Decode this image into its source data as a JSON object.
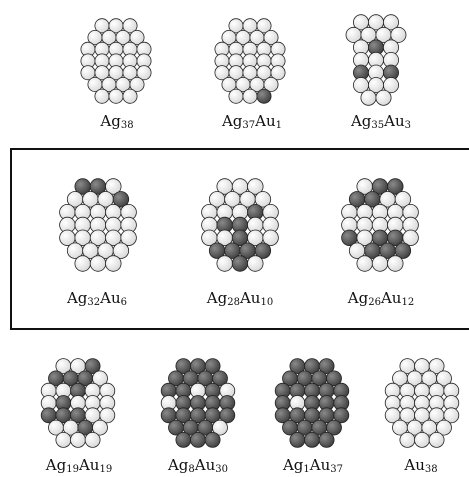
{
  "clusters": [
    {
      "id": "ag38",
      "el": "Ag",
      "n1": "38",
      "el2": "",
      "n2": "",
      "gold": 0
    },
    {
      "id": "ag37au1",
      "el": "Ag",
      "n1": "37",
      "el2": "Au",
      "n2": "1",
      "gold": 0.03
    },
    {
      "id": "ag35au3",
      "el": "Ag",
      "n1": "35",
      "el2": "Au",
      "n2": "3",
      "gold": 0.08
    },
    {
      "id": "ag32au6",
      "el": "Ag",
      "n1": "32",
      "el2": "Au",
      "n2": "6",
      "gold": 0.16
    },
    {
      "id": "ag28au10",
      "el": "Ag",
      "n1": "28",
      "el2": "Au",
      "n2": "10",
      "gold": 0.26
    },
    {
      "id": "ag26au12",
      "el": "Ag",
      "n1": "26",
      "el2": "Au",
      "n2": "12",
      "gold": 0.32
    },
    {
      "id": "ag19au19",
      "el": "Ag",
      "n1": "19",
      "el2": "Au",
      "n2": "19",
      "gold": 0.5
    },
    {
      "id": "ag8au30",
      "el": "Ag",
      "n1": "8",
      "el2": "Au",
      "n2": "30",
      "gold": 0.79
    },
    {
      "id": "ag1au37",
      "el": "Ag",
      "n1": "1",
      "el2": "Au",
      "n2": "37",
      "gold": 0.97
    },
    {
      "id": "au38",
      "el": "Au",
      "n1": "38",
      "el2": "",
      "n2": "",
      "gold": 0
    }
  ],
  "colors": {
    "silver": "#f4f4f4",
    "gold": "#5a5a5a",
    "outline": "#222222"
  }
}
